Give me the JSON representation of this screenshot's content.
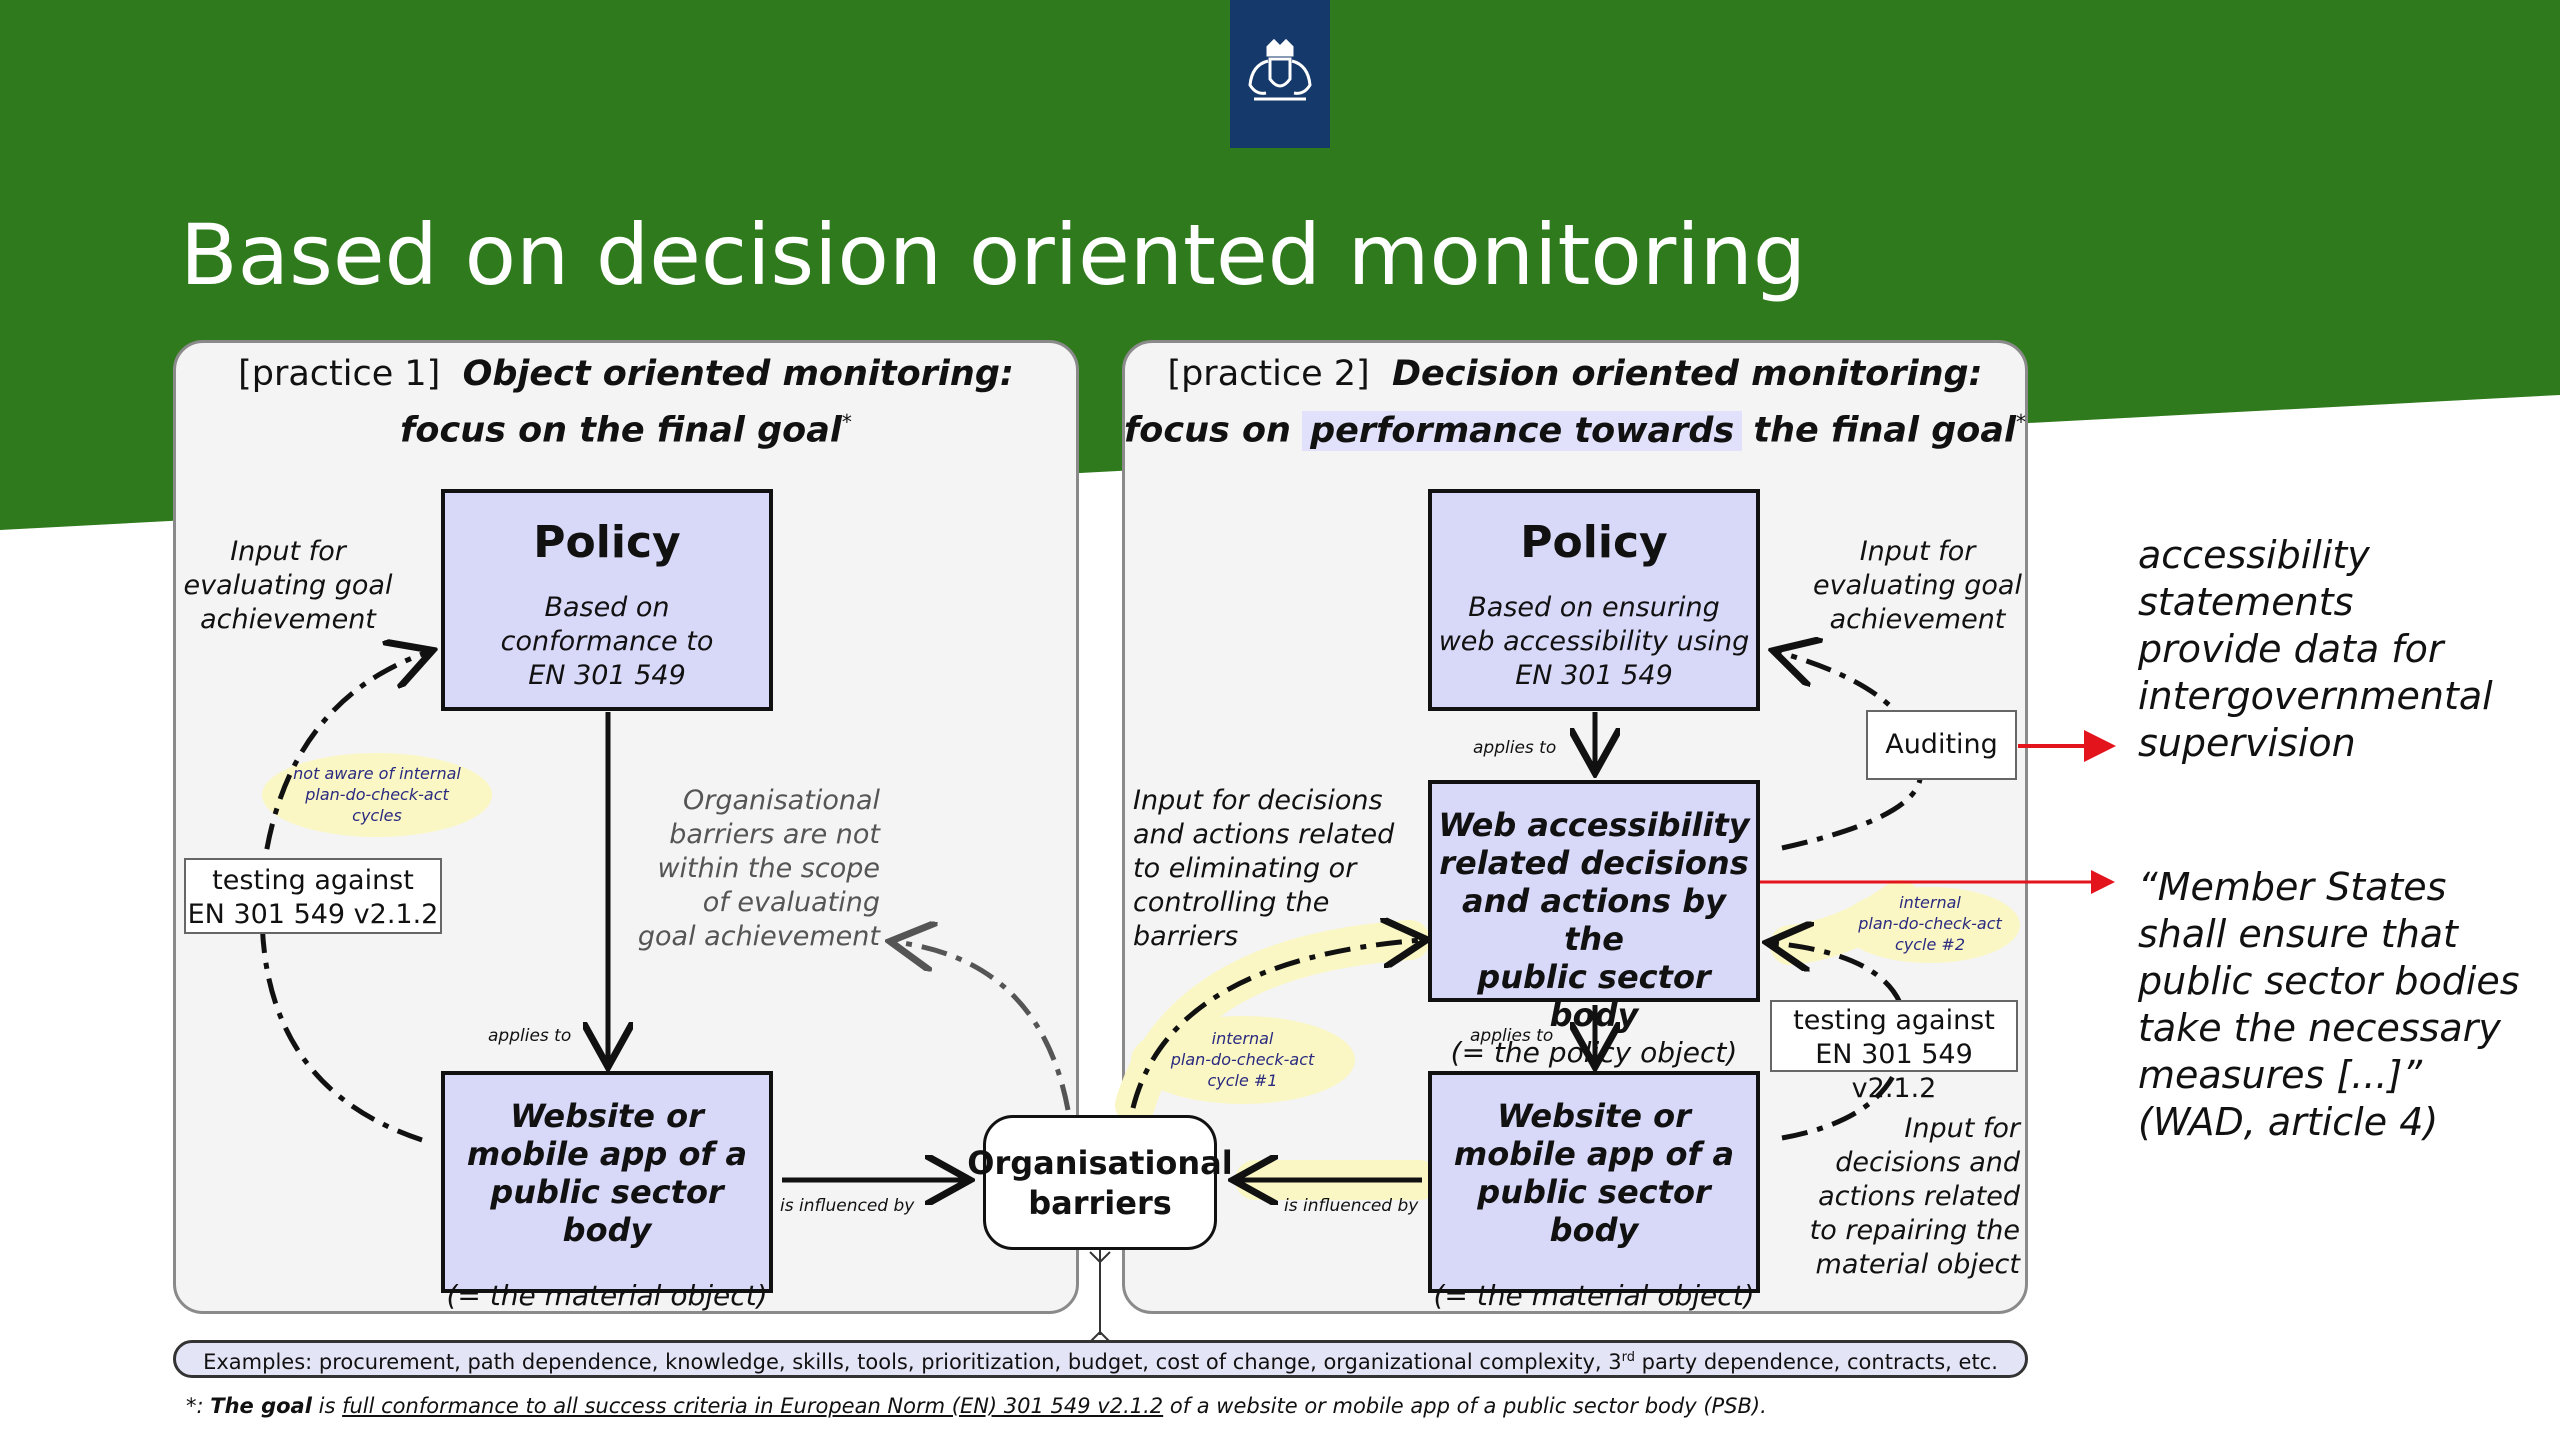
{
  "colors": {
    "header_green": "#2f7a1c",
    "logo_blue": "#15396b",
    "box_fill": "#d8d8f9",
    "highlight_yellow": "#faf7c4",
    "red_arrow": "#e3141b",
    "panel_fill": "#f4f4f4"
  },
  "logo": {
    "icon": "royal-coat-of-arms-icon"
  },
  "title": "Based on decision oriented monitoring",
  "practice1": {
    "tag": "[practice 1]",
    "heading_bold": "Object oriented monitoring:",
    "heading_line2": "focus on the final goal",
    "asterisk": "*",
    "policy": {
      "title": "Policy",
      "line1": "Based on",
      "line2": "conformance to",
      "line3": "EN 301 549"
    },
    "input_note": [
      "Input for",
      "evaluating goal",
      "achievement"
    ],
    "not_aware": [
      "not aware of internal",
      "plan-do-check-act",
      "cycles"
    ],
    "testing": [
      "testing against",
      "EN 301 549 v2.1.2"
    ],
    "applies_to": "applies to",
    "org_note": [
      "Organisational",
      "barriers are not",
      "within the scope",
      "of evaluating",
      "goal achievement"
    ],
    "website": {
      "line1": "Website or",
      "line2": "mobile app of a",
      "line3": "public sector body",
      "sub": "(= the material object)"
    },
    "influenced": "is influenced by"
  },
  "practice2": {
    "tag": "[practice 2]",
    "heading_bold": "Decision oriented monitoring:",
    "heading_a": "focus on",
    "heading_b": "performance towards",
    "heading_c": "the final goal",
    "asterisk": "*",
    "policy": {
      "title": "Policy",
      "line1": "Based on ensuring",
      "line2": "web accessibility using",
      "line3": "EN 301 549"
    },
    "input_note": [
      "Input for",
      "evaluating goal",
      "achievement"
    ],
    "auditing": "Auditing",
    "applies_to_1": "applies to",
    "decisions": {
      "line1": "Web accessibility",
      "line2": "related decisions",
      "line3": "and actions by the",
      "line4": "public sector body",
      "sub": "(= the policy object)"
    },
    "left_note": [
      "Input for decisions",
      "and actions related",
      "to eliminating or",
      "controlling the",
      "barriers"
    ],
    "cycle1": [
      "internal",
      "plan-do-check-act",
      "cycle #1"
    ],
    "cycle2": [
      "internal",
      "plan-do-check-act",
      "cycle #2"
    ],
    "testing": [
      "testing against",
      "EN 301 549 v2.1.2"
    ],
    "applies_to_2": "applies to",
    "website": {
      "line1": "Website or",
      "line2": "mobile app of a",
      "line3": "public sector body",
      "sub": "(= the material object)"
    },
    "influenced": "is influenced by",
    "repair_note": [
      "Input for",
      "decisions and",
      "actions related",
      "to repairing the",
      "material object"
    ]
  },
  "org_barriers": [
    "Organisational",
    "barriers"
  ],
  "side_note_1": [
    "accessibility",
    "statements",
    "provide data for",
    "intergovernmental",
    "supervision"
  ],
  "side_note_2": [
    "“Member States",
    "shall ensure that",
    "public sector bodies",
    "take the necessary",
    "measures [...]”",
    "(WAD, article 4)"
  ],
  "examples": {
    "prefix": "Examples: procurement, path dependence, knowledge, skills, tools, prioritization, budget, cost of change, organizational complexity, 3",
    "sup": "rd",
    "suffix": " party dependence, contracts, etc."
  },
  "footnote": {
    "prefix": "*: ",
    "bold": "The goal",
    "is": " is ",
    "underlined": "full conformance to all success criteria in European Norm (EN) 301 549 v2.1.2",
    "rest": " of a website or mobile app of a public sector body (PSB)."
  }
}
